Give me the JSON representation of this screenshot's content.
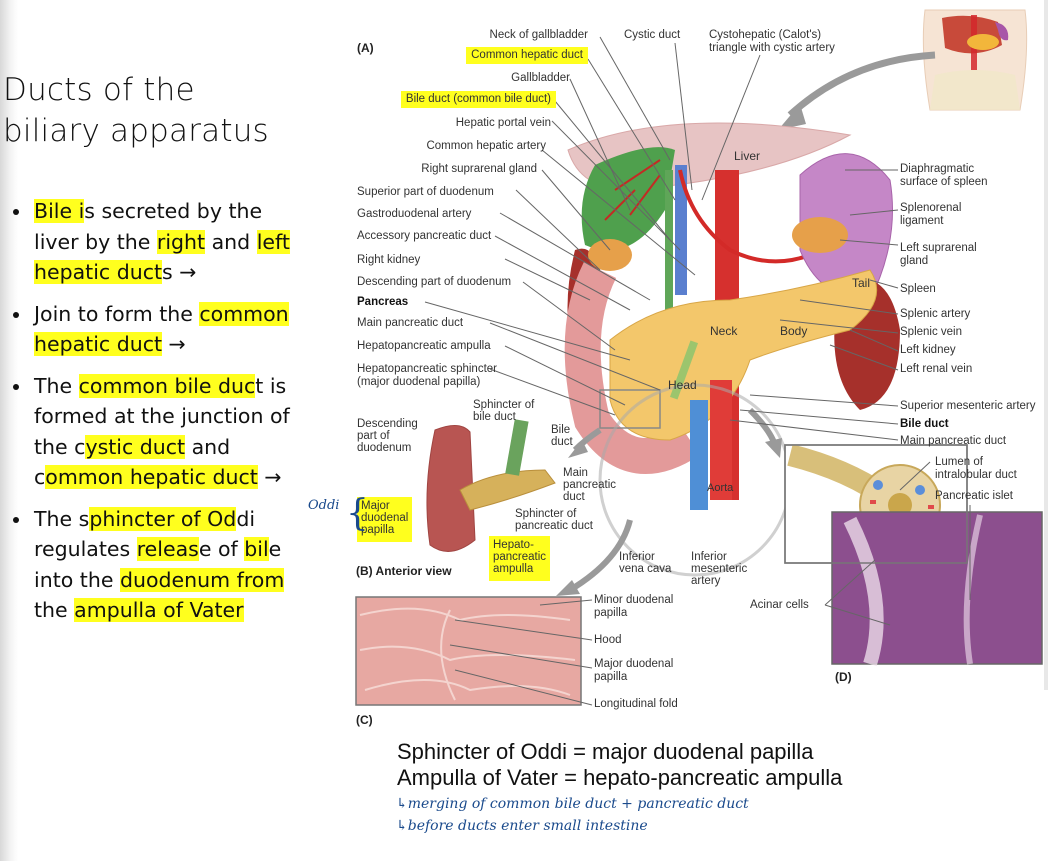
{
  "slide": {
    "title_line1": "Ducts of the",
    "title_line2": "biliary apparatus",
    "bullets": [
      {
        "segments": [
          {
            "t": "Bile i",
            "hl": true
          },
          {
            "t": "s secreted by the liver by the ",
            "hl": false
          },
          {
            "t": "right",
            "hl": true
          },
          {
            "t": " and ",
            "hl": false
          },
          {
            "t": "left hepatic duct",
            "hl": true
          },
          {
            "t": "s →",
            "hl": false
          }
        ]
      },
      {
        "segments": [
          {
            "t": "Join to form the ",
            "hl": false
          },
          {
            "t": "common hepatic duct",
            "hl": true
          },
          {
            "t": " →",
            "hl": false
          }
        ]
      },
      {
        "segments": [
          {
            "t": "The ",
            "hl": false
          },
          {
            "t": "common bile duc",
            "hl": true
          },
          {
            "t": "t is formed at the junction of the c",
            "hl": false
          },
          {
            "t": "ystic duct",
            "hl": true
          },
          {
            "t": " and c",
            "hl": false
          },
          {
            "t": "ommon hepatic duct",
            "hl": true
          },
          {
            "t": " →",
            "hl": false
          }
        ]
      },
      {
        "segments": [
          {
            "t": "The s",
            "hl": false
          },
          {
            "t": "phincter of Od",
            "hl": true
          },
          {
            "t": "di regulates ",
            "hl": false
          },
          {
            "t": "releas",
            "hl": true
          },
          {
            "t": "e of ",
            "hl": false
          },
          {
            "t": "bil",
            "hl": true
          },
          {
            "t": "e into the ",
            "hl": false
          },
          {
            "t": "duodenum from",
            "hl": true
          },
          {
            "t": " the ",
            "hl": false
          },
          {
            "t": "ampulla of Vater",
            "hl": true
          }
        ]
      }
    ]
  },
  "figure": {
    "panels": {
      "a": "(A)",
      "b": "(B)  Anterior view",
      "c": "(C)",
      "d": "(D)"
    },
    "panel_a_left_labels": [
      "Neck of gallbladder",
      "Common hepatic duct",
      "Gallbladder",
      "Bile duct (common bile duct)",
      "Hepatic portal vein",
      "Common hepatic artery",
      "Right suprarenal gland",
      "Superior part of duodenum",
      "Gastroduodenal artery",
      "Accessory pancreatic duct",
      "Right kidney",
      "Descending part of duodenum",
      "Pancreas",
      "Main pancreatic duct",
      "Hepatopancreatic ampulla",
      "Hepatopancreatic sphincter\n(major duodenal papilla)"
    ],
    "panel_a_top_labels": [
      "Cystic duct",
      "Cystohepatic (Calot's)",
      "triangle with cystic artery"
    ],
    "panel_a_right_labels": [
      "Diaphragmatic",
      "surface of spleen",
      "Splenorenal",
      "ligament",
      "Left suprarenal",
      "gland",
      "Spleen",
      "Splenic artery",
      "Splenic vein",
      "Left kidney",
      "Left renal vein",
      "Superior mesenteric artery",
      "Bile duct",
      "Main pancreatic duct"
    ],
    "organ_labels": {
      "liver": "Liver",
      "tail": "Tail",
      "body": "Body",
      "neck": "Neck",
      "head": "Head",
      "aorta": "Aorta"
    },
    "panel_b_labels": {
      "descending": [
        "Descending",
        "part of",
        "duodenum"
      ],
      "sphincter_bile": [
        "Sphincter of",
        "bile duct"
      ],
      "bile_duct": [
        "Bile",
        "duct"
      ],
      "main_panc": [
        "Main",
        "pancreatic",
        "duct"
      ],
      "sphincter_panc": [
        "Sphincter of",
        "pancreatic duct"
      ],
      "major_papilla": [
        "Major",
        "duodenal",
        "papilla"
      ],
      "hepato_ampulla": [
        "Hepato-",
        "pancreatic",
        "ampulla"
      ]
    },
    "vessel_labels": {
      "ivc": [
        "Inferior",
        "vena cava"
      ],
      "ima": [
        "Inferior",
        "mesenteric",
        "artery"
      ]
    },
    "panel_c_labels": [
      "Minor duodenal",
      "papilla",
      "Hood",
      "Major duodenal",
      "papilla",
      "Longitudinal fold"
    ],
    "panel_d_labels": [
      "Lumen of",
      "intralobular duct",
      "Pancreatic islet",
      "Acinar cells"
    ],
    "handwritten_margin": "Oddi"
  },
  "notes": {
    "line1": "Sphincter of Oddi = major duodenal papilla",
    "line2": "Ampulla of Vater = hepato-pancreatic ampulla",
    "hand1": "↳merging of common bile duct + pancreatic duct",
    "hand2": "↳before ducts  enter small intestine"
  },
  "colors": {
    "highlight": "#ffff1e",
    "ink": "#1a4a8c"
  }
}
